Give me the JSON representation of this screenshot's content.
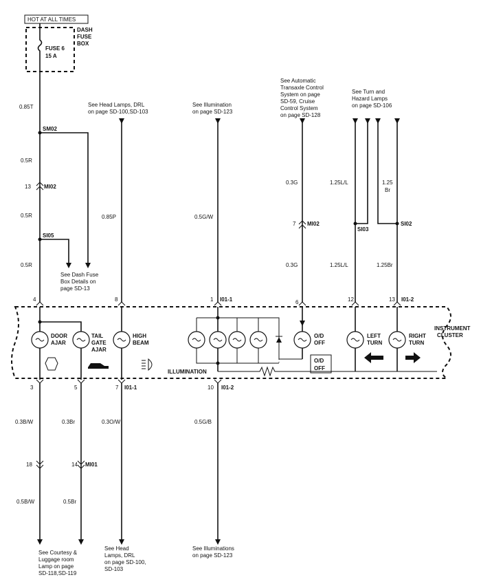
{
  "header": {
    "hot_label": "HOT AT ALL TIMES",
    "fuse_box_label": [
      "DASH",
      "FUSE",
      "BOX"
    ],
    "fuse_name": "FUSE 6",
    "fuse_rating": "15 A"
  },
  "wires": {
    "w_085t": "0.85T",
    "w_05r_a": "0.5R",
    "w_05r_b": "0.5R",
    "w_05r_c": "0.5R",
    "w_085p": "0.85P",
    "w_05gw": "0.5G/W",
    "w_03g_a": "0.3G",
    "w_03g_b": "0.3G",
    "w_125ll_a": "1.25L/L",
    "w_125ll_b": "1.25L/L",
    "w_125br_a": [
      "1.25",
      "Br"
    ],
    "w_125br_b": "1.25Br",
    "w_03bw": "0.3B/W",
    "w_03br": "0.3Br",
    "w_03ow": "0.3O/W",
    "w_05gb": "0.5G/B",
    "w_05bw": "0.5B/W",
    "w_05br": "0.5Br"
  },
  "splices": {
    "sm02": "SM02",
    "si05": "SI05",
    "si03": "SI03",
    "si02": "SI02"
  },
  "connectors": {
    "mi02_pin": "13",
    "mi02_name": "MI02",
    "mi02b_pin": "7",
    "mi02b_name": "MI02",
    "p4": "4",
    "p8": "8",
    "p1": "1",
    "io1_1_top": "I01-1",
    "p6": "6",
    "p12": "12",
    "p13": "13",
    "io1_2_top": "I01-2",
    "p3": "3",
    "p5": "5",
    "p7": "7",
    "io1_1_bot": "I01-1",
    "p10": "10",
    "io1_2_bot": "I01-2",
    "p18": "18",
    "p14": "14",
    "mi01_name": "MI01"
  },
  "refs": {
    "dash_fuse_details": [
      "See Dash Fuse",
      "Box Details on",
      "page SD-13"
    ],
    "head_lamps_top": [
      "See Head Lamps, DRL",
      "on page SD-100,SD-103"
    ],
    "illumination_top": [
      "See Illumination",
      "on page SD-123"
    ],
    "auto_transaxle": [
      "See Automatic",
      "Transaxle Control",
      "System on page",
      "SD-59, Cruise",
      "Control System",
      "on page SD-128"
    ],
    "turn_hazard": [
      "See Turn and",
      "Hazard Lamps",
      "on page SD-106"
    ],
    "courtesy": [
      "See Courtesy &",
      "Luggage room",
      "Lamp on page",
      "SD-118,SD-119"
    ],
    "head_lamps_bot": [
      "See Head",
      "Lamps, DRL",
      "on page SD-100,",
      "SD-103"
    ],
    "illumination_bot": [
      "See Illuminations",
      "on page SD-123"
    ]
  },
  "cluster": {
    "name": [
      "INSTRUMENT",
      "CLUSTER"
    ],
    "door_ajar": [
      "DOOR",
      "AJAR"
    ],
    "tail_gate": [
      "TAIL",
      "GATE",
      "AJAR"
    ],
    "high_beam": [
      "HIGH",
      "BEAM"
    ],
    "od_off_lamp": [
      "O/D",
      "OFF"
    ],
    "od_off_box": [
      "O/D",
      "OFF"
    ],
    "left_turn": [
      "LEFT",
      "TURN"
    ],
    "right_turn": [
      "RIGHT",
      "TURN"
    ],
    "illumination_label": "ILLUMINATION"
  }
}
